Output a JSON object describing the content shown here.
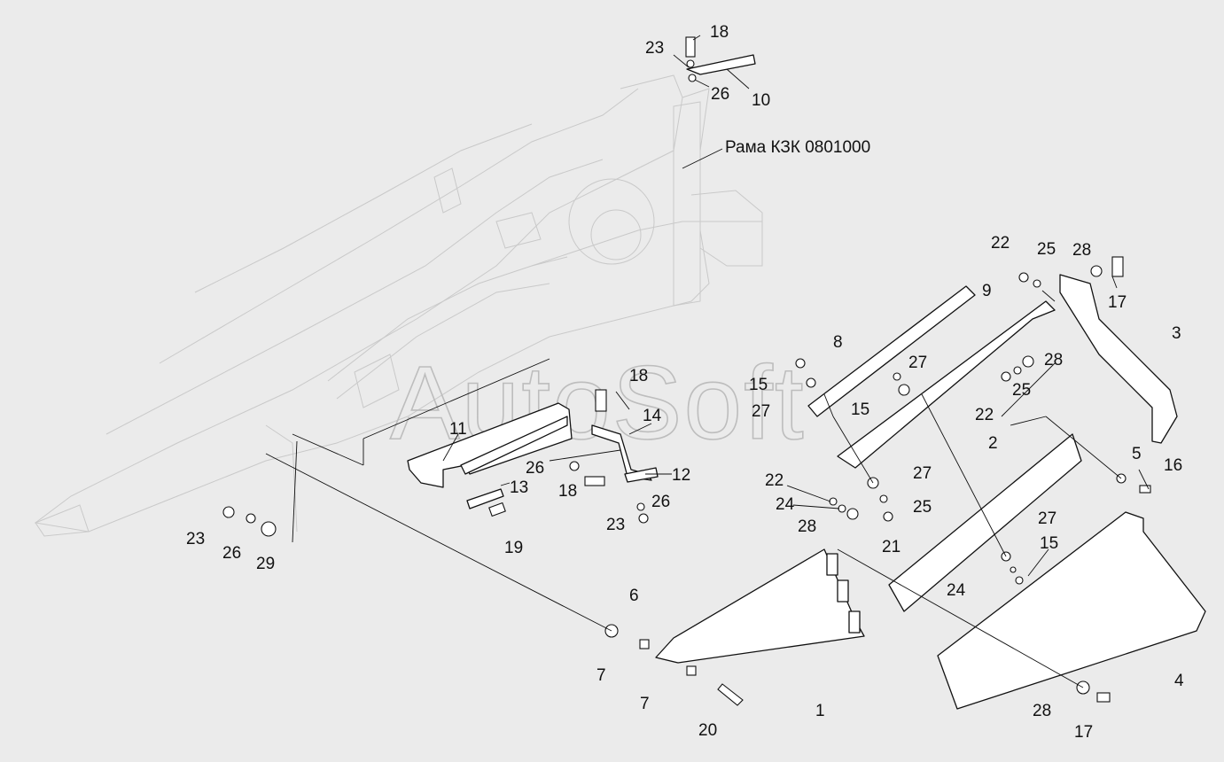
{
  "diagram": {
    "frame_label": "Рама КЗК 0801000",
    "watermark": "AutoSoft",
    "callouts": [
      "1",
      "2",
      "3",
      "4",
      "5",
      "6",
      "7",
      "7",
      "8",
      "9",
      "10",
      "11",
      "12",
      "13",
      "14",
      "15",
      "15",
      "15",
      "16",
      "17",
      "17",
      "18",
      "18",
      "18",
      "19",
      "20",
      "21",
      "22",
      "22",
      "22",
      "23",
      "23",
      "23",
      "24",
      "24",
      "25",
      "25",
      "25",
      "26",
      "26",
      "26",
      "26",
      "27",
      "27",
      "27",
      "27",
      "28",
      "28",
      "28",
      "28",
      "29"
    ]
  }
}
